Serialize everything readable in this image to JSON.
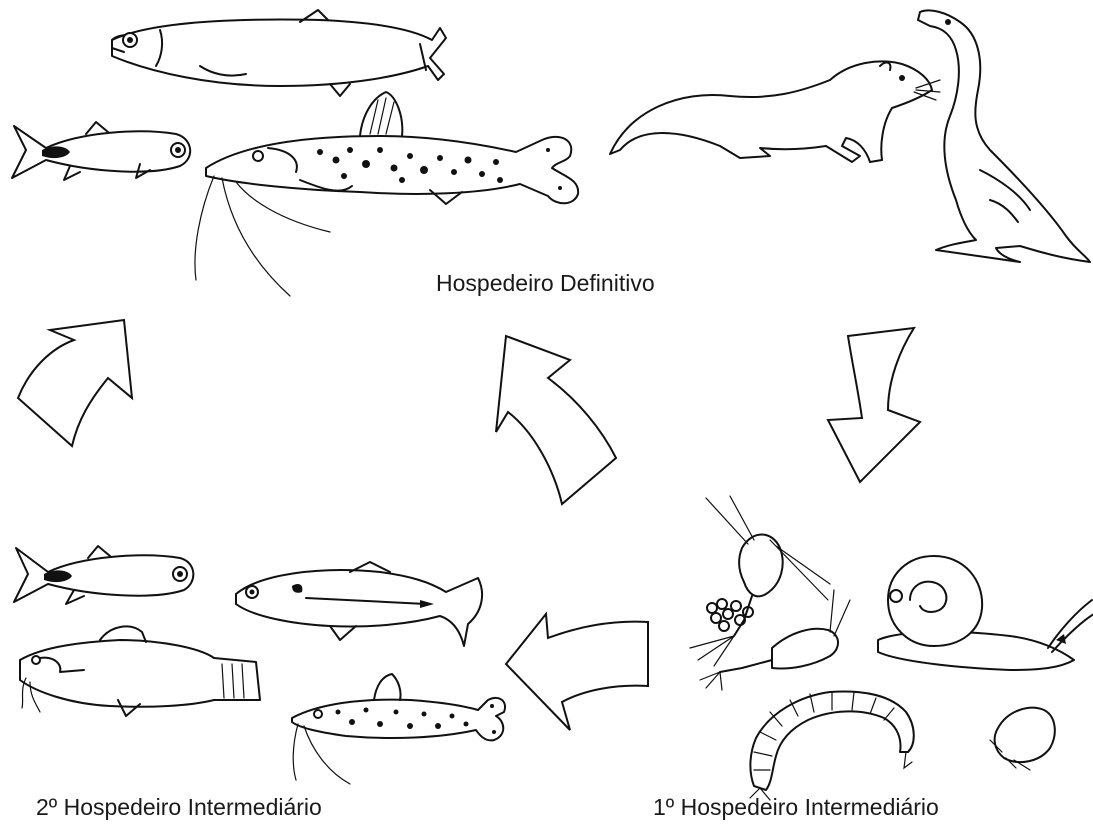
{
  "labels": {
    "definitive_host": "Hospedeiro Definitivo",
    "second_intermediate_host": "2º Hospedeiro Intermediário",
    "first_intermediate_host": "1º Hospedeiro Intermediário"
  },
  "colors": {
    "line": "#111111",
    "background": "#ffffff"
  }
}
